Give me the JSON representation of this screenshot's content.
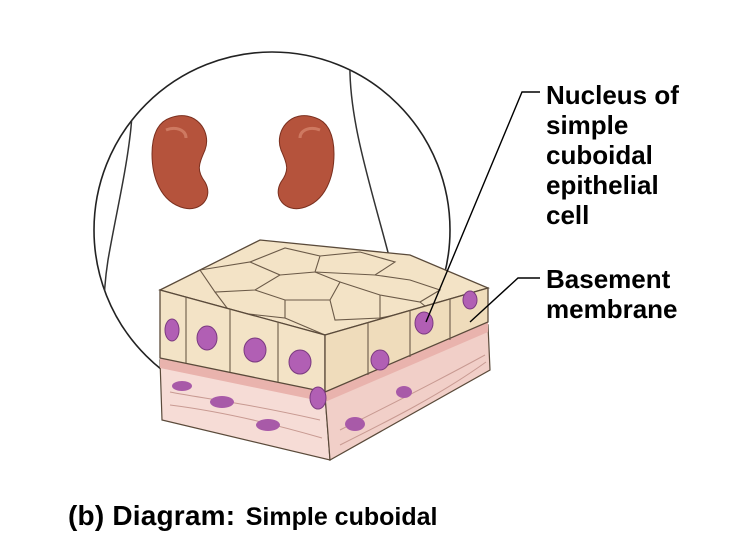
{
  "labels": {
    "nucleus": [
      "Nucleus of",
      "simple",
      "cuboidal",
      "epithelial",
      "cell"
    ],
    "basement": [
      "Basement",
      "membrane"
    ]
  },
  "caption": {
    "prefix": "(b) Diagram:",
    "text": "Simple cuboidal"
  },
  "colors": {
    "kidney": "#b5533c",
    "cell_fill": "#f3e3c6",
    "cell_outline": "#5a4a3a",
    "nucleus": "#b15fb4",
    "basement": "#f0c8c4",
    "connective": "#f6dcd6"
  }
}
